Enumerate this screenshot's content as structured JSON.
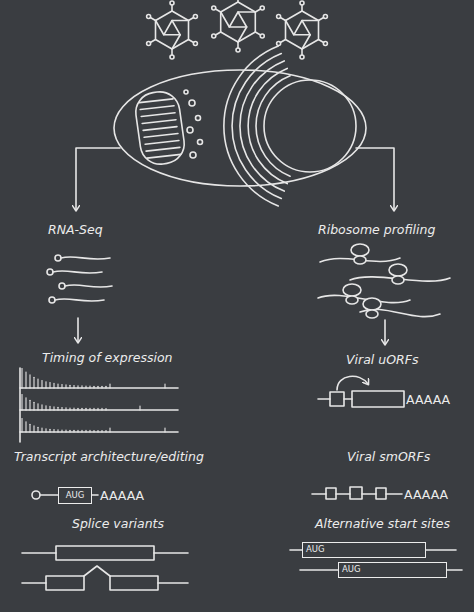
{
  "diagram": {
    "nodes": [
      {
        "text": [
          "AUG"
        ]
      },
      {
        "text": [
          "AUG"
        ]
      },
      {
        "text": [
          "AUG"
        ]
      }
    ],
    "labels": [
      "RNA-Seq",
      "Ribosome profiling",
      "Timing of expression",
      "Viral uORFs",
      "AAAAA",
      "Transcript architecture/editing",
      "Viral smORFs",
      "AAAAA",
      "AAAAA",
      "Splice variants",
      "Alternative start sites"
    ]
  }
}
